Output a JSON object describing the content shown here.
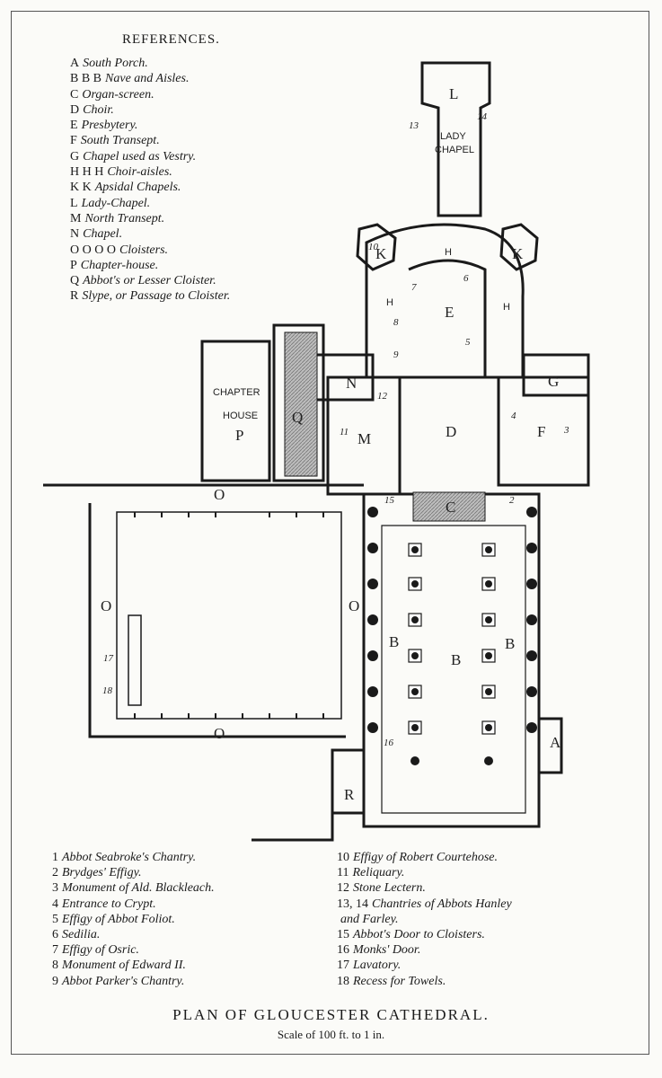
{
  "references_title": "REFERENCES.",
  "references": [
    {
      "key": "A",
      "text": "South Porch."
    },
    {
      "key": "B B B",
      "text": "Nave and Aisles."
    },
    {
      "key": "C",
      "text": "Organ-screen."
    },
    {
      "key": "D",
      "text": "Choir."
    },
    {
      "key": "E",
      "text": "Presbytery."
    },
    {
      "key": "F",
      "text": "South Transept."
    },
    {
      "key": "G",
      "text": "Chapel used as Vestry."
    },
    {
      "key": "H H H",
      "text": "Choir-aisles."
    },
    {
      "key": "K K",
      "text": "Apsidal Chapels."
    },
    {
      "key": "L",
      "text": "Lady-Chapel."
    },
    {
      "key": "M",
      "text": "North Transept."
    },
    {
      "key": "N",
      "text": "Chapel."
    },
    {
      "key": "O O O O",
      "text": "Cloisters."
    },
    {
      "key": "P",
      "text": "Chapter-house."
    },
    {
      "key": "Q",
      "text": "Abbot's or Lesser Cloister."
    },
    {
      "key": "R",
      "text": "Slype, or Passage to Cloister."
    }
  ],
  "plan_labels": {
    "L": "L",
    "lady_chapel_1": "LADY",
    "lady_chapel_2": "CHAPEL",
    "H": "H",
    "K": "K",
    "E": "E",
    "N": "N",
    "G": "G",
    "M": "M",
    "D": "D",
    "F": "F",
    "C": "C",
    "B": "B",
    "O": "O",
    "R": "R",
    "A": "A",
    "P": "P",
    "Q": "Q",
    "chapter_1": "CHAPTER",
    "chapter_2": "HOUSE"
  },
  "plan_numbers": {
    "n2": "2",
    "n3": "3",
    "n4": "4",
    "n5": "5",
    "n6": "6",
    "n7": "7",
    "n8": "8",
    "n9": "9",
    "n10": "10",
    "n11": "11",
    "n12": "12",
    "n13": "13",
    "n14": "14",
    "n15": "15",
    "n16": "16",
    "n17": "17",
    "n18": "18"
  },
  "legend_left": [
    {
      "n": "1",
      "text": "Abbot Seabroke's Chantry."
    },
    {
      "n": "2",
      "text": "Brydges' Effigy."
    },
    {
      "n": "3",
      "text": "Monument of Ald. Blackleach."
    },
    {
      "n": "4",
      "text": "Entrance to Crypt."
    },
    {
      "n": "5",
      "text": "Effigy of Abbot Foliot."
    },
    {
      "n": "6",
      "text": "Sedilia."
    },
    {
      "n": "7",
      "text": "Effigy of Osric."
    },
    {
      "n": "8",
      "text": "Monument of Edward II."
    },
    {
      "n": "9",
      "text": "Abbot Parker's Chantry."
    }
  ],
  "legend_right": [
    {
      "n": "10",
      "text": "Effigy of Robert Courtehose."
    },
    {
      "n": "11",
      "text": "Reliquary."
    },
    {
      "n": "12",
      "text": "Stone Lectern."
    },
    {
      "n": "13, 14",
      "text": "Chantries of Abbots Hanley"
    },
    {
      "n": "",
      "text": "and Farley."
    },
    {
      "n": "15",
      "text": "Abbot's Door to Cloisters."
    },
    {
      "n": "16",
      "text": "Monks' Door."
    },
    {
      "n": "17",
      "text": "Lavatory."
    },
    {
      "n": "18",
      "text": "Recess for Towels."
    }
  ],
  "caption": "PLAN OF GLOUCESTER CATHEDRAL.",
  "scale": "Scale of 100 ft. to 1 in."
}
